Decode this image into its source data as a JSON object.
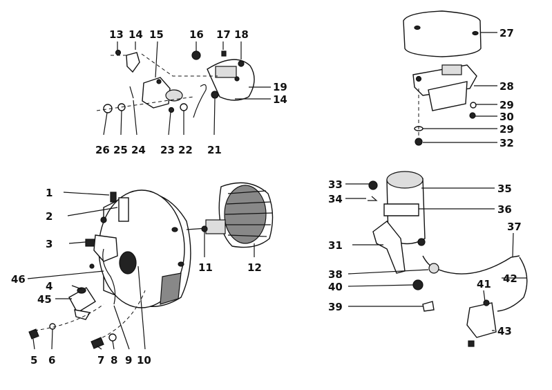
{
  "callouts": [
    "1",
    "2",
    "3",
    "4",
    "5",
    "6",
    "7",
    "8",
    "9",
    "10",
    "11",
    "12",
    "13",
    "14",
    "15",
    "16",
    "17",
    "18",
    "19",
    "21",
    "22",
    "23",
    "24",
    "25",
    "26",
    "27",
    "28",
    "29",
    "30",
    "31",
    "32",
    "33",
    "34",
    "35",
    "36",
    "37",
    "38",
    "39",
    "40",
    "41",
    "42",
    "43",
    "45",
    "46"
  ],
  "colors": {
    "ink": "#111111",
    "paper": "#ffffff"
  }
}
